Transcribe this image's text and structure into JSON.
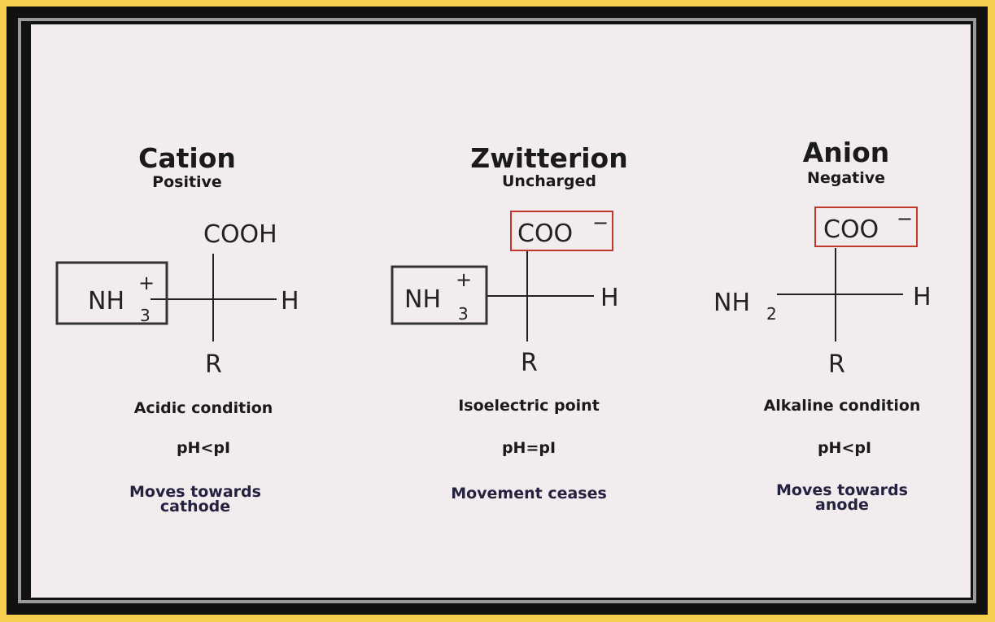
{
  "columns": [
    {
      "title": "Cation",
      "subtitle": "Positive",
      "top_group": "COOH",
      "left_group": "NH",
      "left_sub": "3",
      "left_sup": "+",
      "right_group": "H",
      "bottom_group": "R",
      "condition": "Acidic condition",
      "ph": "pH<pI",
      "movement_line1": "Moves towards",
      "movement_line2": "cathode"
    },
    {
      "title": "Zwitterion",
      "subtitle": "Uncharged",
      "top_group": "COO",
      "top_sup": "−",
      "left_group": "NH",
      "left_sub": "3",
      "left_sup": "+",
      "right_group": "H",
      "bottom_group": "R",
      "condition": "Isoelectric point",
      "ph": "pH=pI",
      "movement_line1": "Movement ceases"
    },
    {
      "title": "Anion",
      "subtitle": "Negative",
      "top_group": "COO",
      "top_sup": "−",
      "left_group": "NH",
      "left_sub": "2",
      "right_group": "H",
      "bottom_group": "R",
      "condition": "Alkaline condition",
      "ph": "pH<pI",
      "movement_line1": "Moves towards",
      "movement_line2": "anode"
    }
  ],
  "colors": {
    "border_yellow": "#f7cf4f",
    "board": "#f3ecee",
    "red_box": "#c0392b",
    "ink": "#222222",
    "movement_text": "#24223f"
  }
}
